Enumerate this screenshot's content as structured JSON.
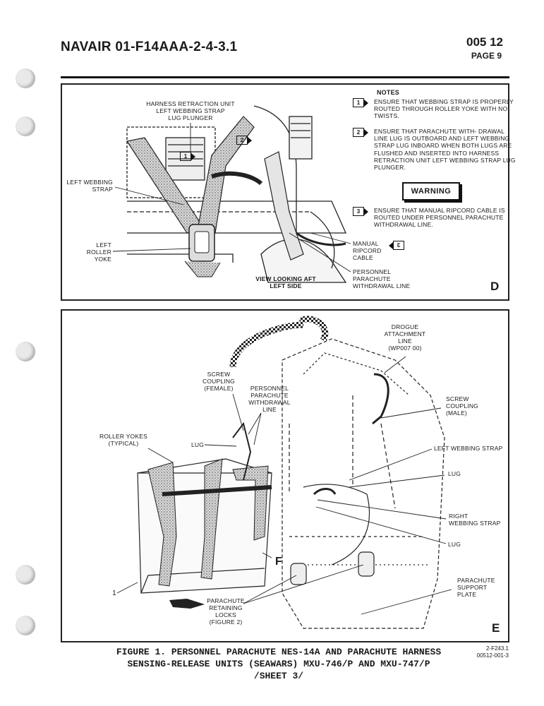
{
  "header": {
    "doc_id": "NAVAIR 01-F14AAA-2-4-3.1",
    "wp": "005 12",
    "page": "PAGE 9"
  },
  "panel_d": {
    "letter": "D",
    "labels": {
      "harness_unit": "HARNESS RETRACTION UNIT\nLEFT WEBBING STRAP\nLUG PLUNGER",
      "left_webbing": "LEFT WEBBING\nSTRAP",
      "left_roller": "LEFT\nROLLER\nYOKE",
      "view": "VIEW LOOKING AFT\nLEFT SIDE",
      "manual_ripcord": "MANUAL\nRIPCORD\nCABLE",
      "personnel_line": "PERSONNEL\nPARACHUTE\nWITHDRAWAL LINE",
      "callout_1": "1",
      "callout_2": "2",
      "callout_3": "3"
    },
    "notes": {
      "title": "NOTES",
      "items": [
        {
          "num": "1",
          "text": "ENSURE THAT WEBBING STRAP IS PROPERLY ROUTED THROUGH ROLLER YOKE WITH NO TWISTS."
        },
        {
          "num": "2",
          "text": "ENSURE THAT PARACHUTE WITH- DRAWAL LINE LUG IS OUTBOARD AND LEFT WEBBING STRAP LUG INBOARD WHEN BOTH LUGS ARE FLUSHED AND INSERTED INTO HARNESS RETRACTION UNIT LEFT WEBBING STRAP LUG PLUNGER."
        },
        {
          "num": "3",
          "text": "ENSURE THAT MANUAL RIPCORD CABLE IS ROUTED UNDER PERSONNEL PARACHUTE WITHDRAWAL LINE."
        }
      ],
      "warning": "WARNING"
    }
  },
  "panel_e": {
    "letter": "E",
    "labels": {
      "drogue": "DROGUE\nATTACHMENT\nLINE\n(WP007 00)",
      "screw_female": "SCREW\nCOUPLING\n(FEMALE)",
      "personnel_line": "PERSONNEL\nPARACHUTE\nWITHDRAWAL\nLINE",
      "screw_male": "SCREW\nCOUPLING\n(MALE)",
      "roller_yokes": "ROLLER YOKES\n(TYPICAL)",
      "lug_top": "LUG",
      "left_webbing": "LEFT WEBBING STRAP",
      "lug_right_1": "LUG",
      "right_webbing": "RIGHT\nWEBBING STRAP",
      "lug_right_2": "LUG",
      "f_letter": "F",
      "one": "1",
      "retaining_locks": "PARACHUTE\nRETAINING\nLOCKS\n(FIGURE 2)",
      "support_plate": "PARACHUTE\nSUPPORT\nPLATE"
    }
  },
  "caption": {
    "line1": "FIGURE 1. PERSONNEL PARACHUTE NES-14A AND PARACHUTE HARNESS",
    "line2": "SENSING-RELEASE UNITS (SEAWARS) MXU-746/P AND MXU-747/P",
    "line3": "/SHEET 3/"
  },
  "ref_code": {
    "line1": "2-F243.1",
    "line2": "00512-001-3"
  }
}
